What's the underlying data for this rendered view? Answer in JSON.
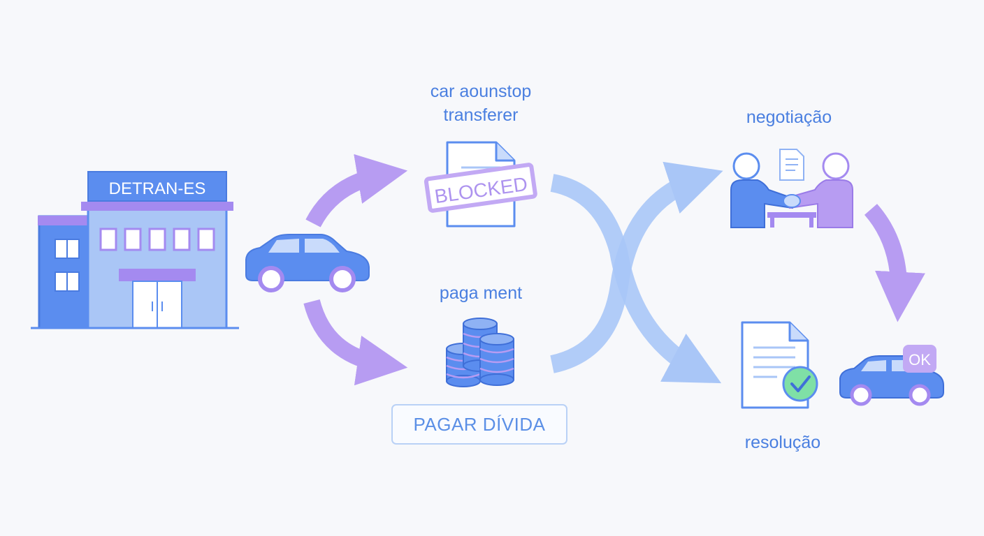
{
  "diagram": {
    "building_sign": "DETRAN-ES",
    "top_step": {
      "line1": "car aounstop",
      "line2": "transferer",
      "stamp": "BLOCKED"
    },
    "bottom_step": {
      "label": "paga ment",
      "button": "PAGAR DÍVIDA"
    },
    "negotiation_label": "negotiação",
    "resolution_label": "resolução",
    "final_badge": "OK"
  },
  "colors": {
    "blue": "#5b8def",
    "light_blue": "#a9c6f7",
    "purple": "#b79cf2",
    "text": "#4a7fe0"
  },
  "icons": [
    "building-icon",
    "car-icon",
    "document-icon",
    "coins-icon",
    "handshake-icon",
    "certificate-icon",
    "check-icon"
  ]
}
